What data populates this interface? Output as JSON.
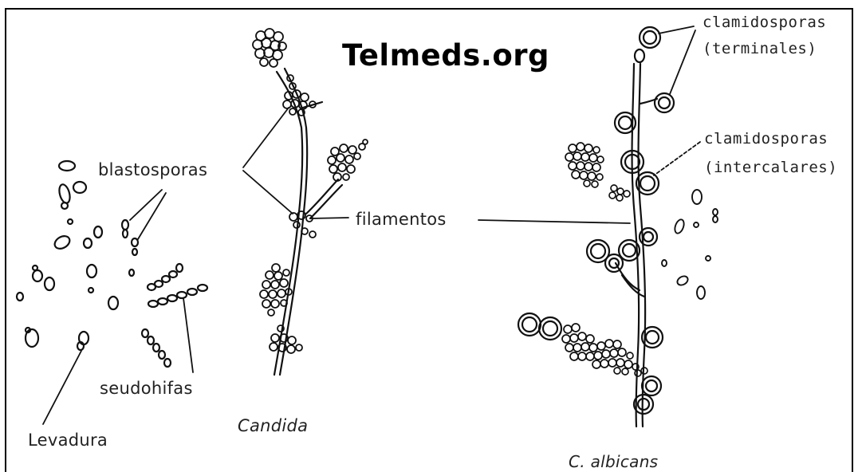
{
  "watermark": "Telmeds.org",
  "labels": {
    "blastosporas": "blastosporas",
    "filamentos": "filamentos",
    "seudohifas": "seudohifas",
    "levadura": "Levadura",
    "clamido_terminal_1": "clamidosporas",
    "clamido_terminal_2": "(terminales)",
    "clamido_inter_1": "clamidosporas",
    "clamido_inter_2": "(intercalares)"
  },
  "captions": {
    "candida": "Candida",
    "albicans": "C. albicans"
  }
}
